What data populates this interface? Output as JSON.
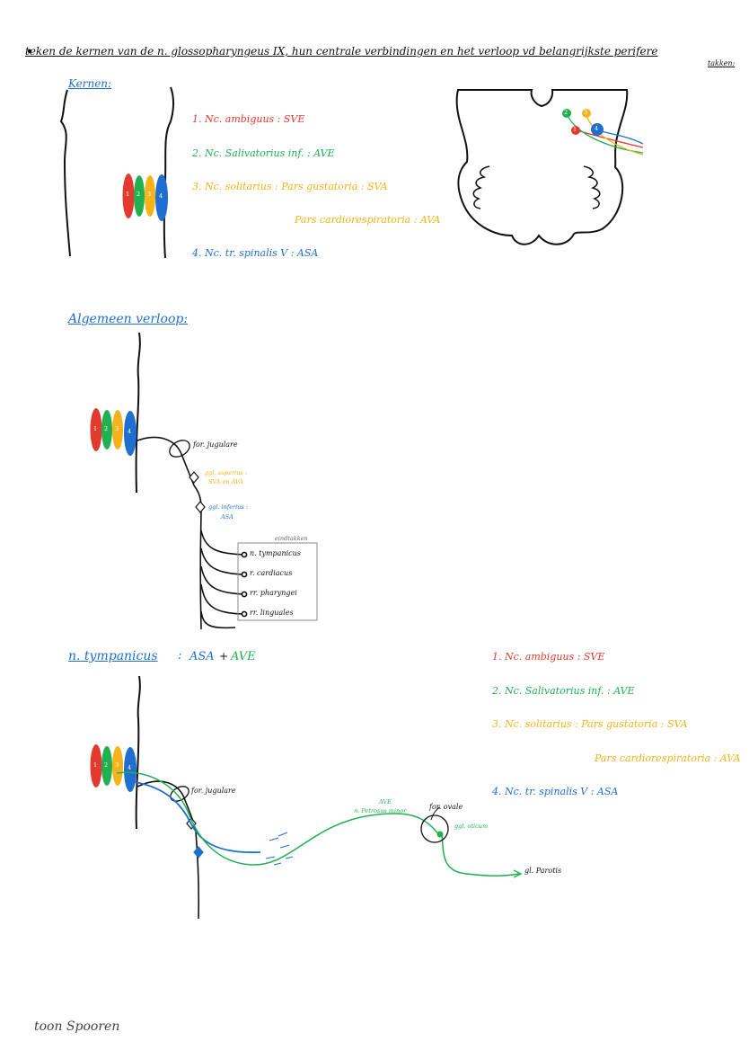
{
  "title_line1": "teken de kernen van de n. glossopharyngeus IX, hun centrale verbindingen en het verloop vd belangrijkste perifere",
  "title_line2": "takken:",
  "section_kernen": "Kernen:",
  "section_algemeen": "Algemeen verloop:",
  "nuclei": [
    {
      "label": "1. Nc. ambiguus : SVE"
    },
    {
      "label": "2. Nc. Salivatorius inf. : AVE"
    },
    {
      "label": "3. Nc. solitarius : Pars gustatoria : SVA"
    },
    {
      "label": "Pars cardiorespiratoria : AVA"
    },
    {
      "label": "4. Nc. tr. spinalis V : ASA"
    }
  ],
  "oval_labels": [
    "1",
    "2",
    "3",
    "4"
  ],
  "algemeen_labels": {
    "for_jugulare": "for. jugulare",
    "ggl_superius": "ggl. superius :",
    "ggl_superius_sub": "SVA en AVA",
    "ggl_inferius": "ggl. inferius :",
    "ggl_inferius_sub": "ASA",
    "eindtakken": "eindtakken",
    "branches": [
      "n. tympanicus",
      "r. cardiacus",
      "rr. pharyngei",
      "rr. linguales"
    ]
  },
  "tympanicus": {
    "heading": "n. tympanicus",
    "colon": ":",
    "asa": "ASA",
    "plus": "+",
    "ave": "AVE",
    "for_jugulare": "for. jugulare",
    "ave_label": "AVE",
    "petrosus": "n. Petrosus minor",
    "for_ovale": "for. ovale",
    "ggl_oticum": "ggl. oticum",
    "gl_parotis": "gl. Parotis"
  },
  "signature": "toon Spooren",
  "colors": {
    "red": "#e23a2e",
    "green": "#20b04f",
    "yellow": "#f3b319",
    "blue": "#1f6fd1",
    "black": "#111111",
    "grey": "#888888"
  }
}
